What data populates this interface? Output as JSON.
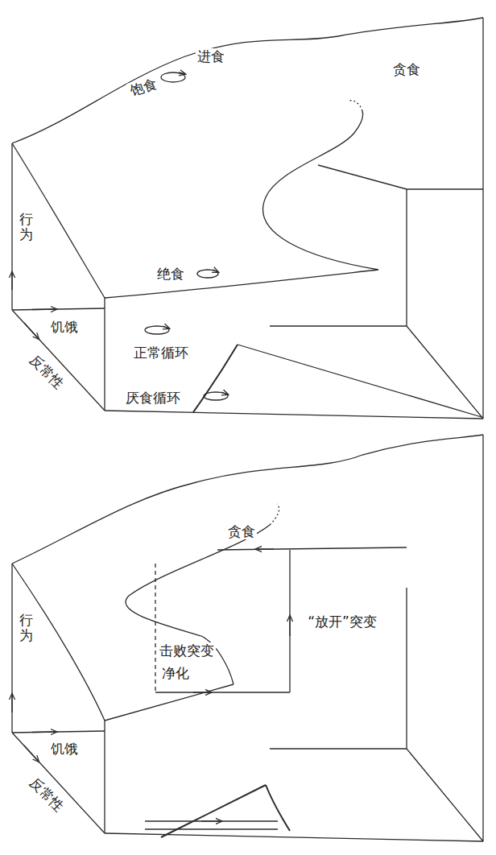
{
  "diagram": {
    "labels": [
      "进食",
      "饱食",
      "贪食",
      "行为",
      "绝食",
      "饥饿",
      "反常性",
      "正常循环",
      "厌食循环",
      "贪食",
      "“放开”突变",
      "行为",
      "击败突变",
      "净化",
      "饥饿",
      "反常性"
    ]
  }
}
